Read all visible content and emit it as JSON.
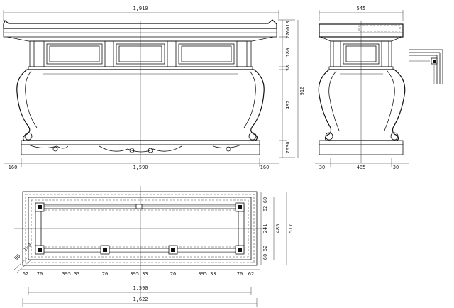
{
  "front_view": {
    "top_width": "1,910",
    "left_overhang": "160",
    "bottom_width": "1,590",
    "right_overhang": "160",
    "height_segments": [
      "276013",
      "180",
      "38",
      "492",
      "7030"
    ],
    "total_height": "910"
  },
  "side_view": {
    "top_width": "545",
    "left_offset": "30",
    "bottom_width": "485",
    "right_offset": "30"
  },
  "plan_view": {
    "span_labels": [
      "62",
      "70",
      "395.33",
      "70",
      "395.33",
      "70",
      "395.33",
      "70",
      "62"
    ],
    "inner_width": "1,590",
    "outer_width": "1,622",
    "right_top_segments": [
      "60",
      "62"
    ],
    "right_mid": "241",
    "right_bottom_segments": [
      "62",
      "60"
    ],
    "inner_depth": "485",
    "outer_depth": "517",
    "corner_labels": [
      "90",
      "100"
    ]
  }
}
